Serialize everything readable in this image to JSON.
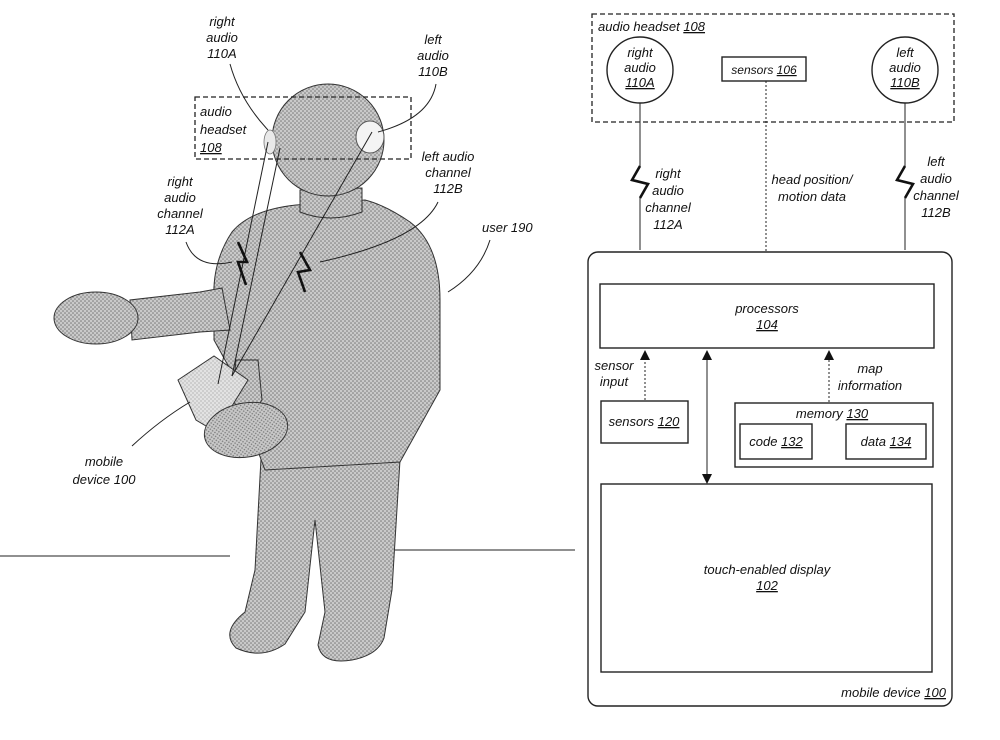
{
  "left_figure": {
    "right_audio_label": [
      "right",
      "audio",
      "110A"
    ],
    "left_audio_label": [
      "left",
      "audio",
      "110B"
    ],
    "audio_headset_label": [
      "audio",
      "headset",
      "108"
    ],
    "left_audio_channel_label": [
      "left audio",
      "channel",
      "112B"
    ],
    "right_audio_channel_label": [
      "right",
      "audio",
      "channel",
      "112A"
    ],
    "user_label": "user 190",
    "mobile_device_label": [
      "mobile",
      "device 100"
    ]
  },
  "right_figure": {
    "audio_headset_title": "audio headset",
    "audio_headset_ref": "108",
    "right_audio": [
      "right",
      "audio"
    ],
    "right_audio_ref": "110A",
    "left_audio": [
      "left",
      "audio"
    ],
    "left_audio_ref": "110B",
    "sensors_106": "sensors",
    "sensors_106_ref": "106",
    "right_audio_channel": [
      "right",
      "audio",
      "channel",
      "112A"
    ],
    "head_position": [
      "head position/",
      "motion data"
    ],
    "left_audio_channel": [
      "left",
      "audio",
      "channel",
      "112B"
    ],
    "processors": "processors",
    "processors_ref": "104",
    "sensor_input": [
      "sensor",
      "input"
    ],
    "map_information": [
      "map",
      "information"
    ],
    "sensors_120": "sensors",
    "sensors_120_ref": "120",
    "memory": "memory",
    "memory_ref": "130",
    "code": "code",
    "code_ref": "132",
    "data": "data",
    "data_ref": "134",
    "display": "touch-enabled display",
    "display_ref": "102",
    "mobile_device": "mobile device",
    "mobile_device_ref": "100"
  }
}
